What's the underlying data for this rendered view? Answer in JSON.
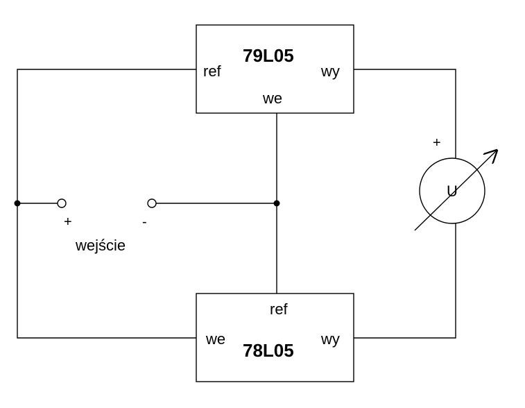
{
  "top_regulator": {
    "name": "79L05",
    "ref": "ref",
    "out": "wy",
    "in": "we"
  },
  "bottom_regulator": {
    "name": "78L05",
    "ref": "ref",
    "out": "wy",
    "in": "we"
  },
  "input": {
    "label": "wejście",
    "plus": "+",
    "minus": "-"
  },
  "meter": {
    "symbol": "U",
    "plus": "+"
  }
}
